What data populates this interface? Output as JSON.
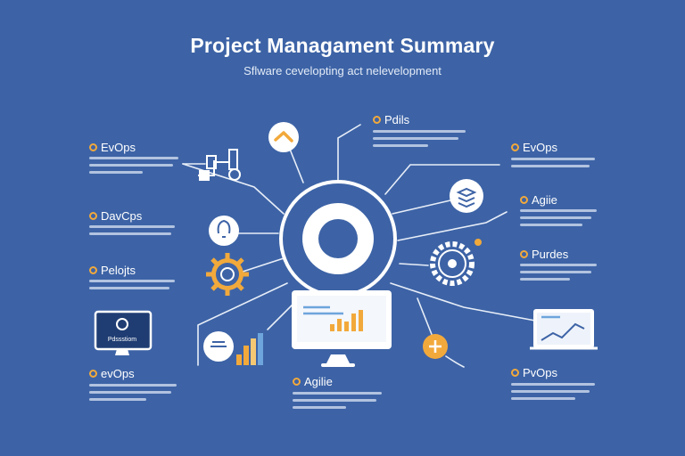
{
  "header": {
    "title": "Project Managament Summary",
    "subtitle": "Sflware cevelopting act nelevelopment"
  },
  "nodes": [
    {
      "id": "top",
      "label": "Pdils"
    },
    {
      "id": "left-1",
      "label": "EvOps"
    },
    {
      "id": "left-2",
      "label": "DavCps"
    },
    {
      "id": "left-3",
      "label": "Pelojts"
    },
    {
      "id": "left-4",
      "label": "evOps"
    },
    {
      "id": "bottom",
      "label": "Agilie"
    },
    {
      "id": "right-1",
      "label": "EvOps"
    },
    {
      "id": "right-2",
      "label": "Agiie"
    },
    {
      "id": "right-3",
      "label": "Purdes"
    },
    {
      "id": "right-4",
      "label": "PvOps"
    }
  ],
  "icons": {
    "monitor_left_text": "Pdssstiom"
  },
  "colors": {
    "background": "#3d63a6",
    "line": "#e8eef8",
    "accent": "#f2a93b",
    "node_fill": "#ffffff"
  }
}
